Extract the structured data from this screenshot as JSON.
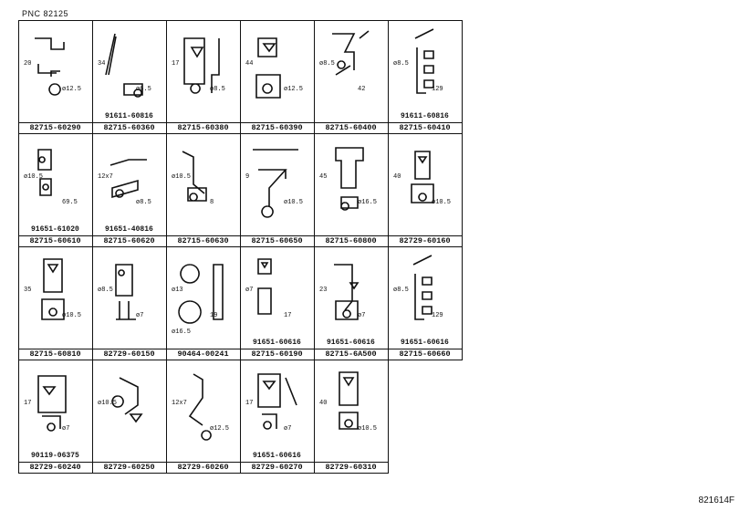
{
  "header": {
    "pnc": "PNC  82125"
  },
  "footer": {
    "ref": "821614F"
  },
  "cells": [
    {
      "part": "82715-60290",
      "sub": "",
      "dims": [
        "20",
        "ø12.5"
      ]
    },
    {
      "part": "82715-60360",
      "sub": "91611-60816",
      "dims": [
        "34",
        "ø6.5"
      ]
    },
    {
      "part": "82715-60380",
      "sub": "",
      "dims": [
        "17",
        "ø8.5"
      ]
    },
    {
      "part": "82715-60390",
      "sub": "",
      "dims": [
        "44",
        "ø12.5"
      ]
    },
    {
      "part": "82715-60400",
      "sub": "",
      "dims": [
        "ø8.5",
        "42"
      ]
    },
    {
      "part": "82715-60410",
      "sub": "91611-60816",
      "dims": [
        "ø8.5",
        "129"
      ]
    },
    {
      "part": "82715-60610",
      "sub": "91651-61020",
      "dims": [
        "ø10.5",
        "69.5"
      ]
    },
    {
      "part": "82715-60620",
      "sub": "91651-40816",
      "dims": [
        "12x7",
        "ø8.5"
      ]
    },
    {
      "part": "82715-60630",
      "sub": "",
      "dims": [
        "ø10.5",
        "8"
      ]
    },
    {
      "part": "82715-60650",
      "sub": "",
      "dims": [
        "9",
        "ø10.5"
      ]
    },
    {
      "part": "82715-60800",
      "sub": "",
      "dims": [
        "45",
        "ø16.5"
      ]
    },
    {
      "part": "82729-60160",
      "sub": "",
      "dims": [
        "40",
        "ø10.5"
      ]
    },
    {
      "part": "82715-60810",
      "sub": "",
      "dims": [
        "35",
        "ø10.5"
      ]
    },
    {
      "part": "82729-60150",
      "sub": "",
      "dims": [
        "ø8.5",
        "ø7"
      ]
    },
    {
      "part": "90464-00241",
      "sub": "",
      "dims": [
        "ø13",
        "19",
        "ø16.5"
      ]
    },
    {
      "part": "82715-60190",
      "sub": "91651-60616",
      "dims": [
        "ø7",
        "17"
      ]
    },
    {
      "part": "82715-6A500",
      "sub": "91651-60616",
      "dims": [
        "23",
        "ø7"
      ]
    },
    {
      "part": "82715-60660",
      "sub": "91651-60616",
      "dims": [
        "ø8.5",
        "129"
      ]
    },
    {
      "part": "82729-60240",
      "sub": "90119-06375",
      "dims": [
        "17",
        "ø7"
      ]
    },
    {
      "part": "82729-60250",
      "sub": "",
      "dims": [
        "ø10.5"
      ]
    },
    {
      "part": "82729-60260",
      "sub": "",
      "dims": [
        "12x7",
        "ø12.5"
      ]
    },
    {
      "part": "82729-60270",
      "sub": "91651-60616",
      "dims": [
        "17",
        "ø7"
      ]
    },
    {
      "part": "82729-60310",
      "sub": "",
      "dims": [
        "40",
        "ø10.5"
      ]
    }
  ]
}
